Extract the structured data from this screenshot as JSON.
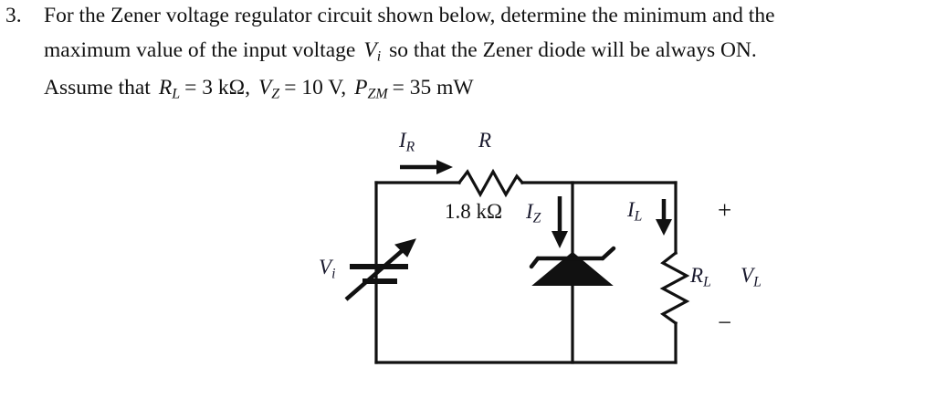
{
  "problem": {
    "number": "3.",
    "line1": "For the Zener voltage regulator circuit shown below, determine the minimum and the",
    "line2_a": "maximum value of the input voltage",
    "line2_var": "V",
    "line2_var_sub": "i",
    "line2_b": "so that the Zener diode will be always ON.",
    "line3_lead": "Assume that",
    "line3_RL": "R",
    "line3_RL_sub": "L",
    "line3_RL_val": "= 3 kΩ",
    "line3_comma1": ",",
    "line3_VZ": "V",
    "line3_VZ_sub": "Z",
    "line3_VZ_val": "= 10 V",
    "line3_comma2": ",",
    "line3_PZM": "P",
    "line3_PZM_sub": "ZM",
    "line3_PZM_val": "= 35 mW"
  },
  "circuit": {
    "title": "Zener voltage regulator circuit",
    "source": {
      "name": "variable-dc-source",
      "label_var": "V",
      "label_sub": "i"
    },
    "series_resistor": {
      "name": "series-resistor-R",
      "label_var": "R",
      "value": "1.8 kΩ"
    },
    "current_source_branch": {
      "name": "source-current",
      "label_var": "I",
      "label_sub": "R"
    },
    "zener": {
      "name": "zener-diode",
      "current_var": "I",
      "current_sub": "Z"
    },
    "load": {
      "name": "load-resistor",
      "current_var": "I",
      "current_sub": "L",
      "label_var": "R",
      "label_sub": "L",
      "voltage_var": "V",
      "voltage_sub": "L",
      "polarity_plus": "+",
      "polarity_minus": "−"
    },
    "colors": {
      "wire": "#111111",
      "text": "#111111",
      "label_accent": "#1a1a2e",
      "background": "#ffffff"
    }
  }
}
